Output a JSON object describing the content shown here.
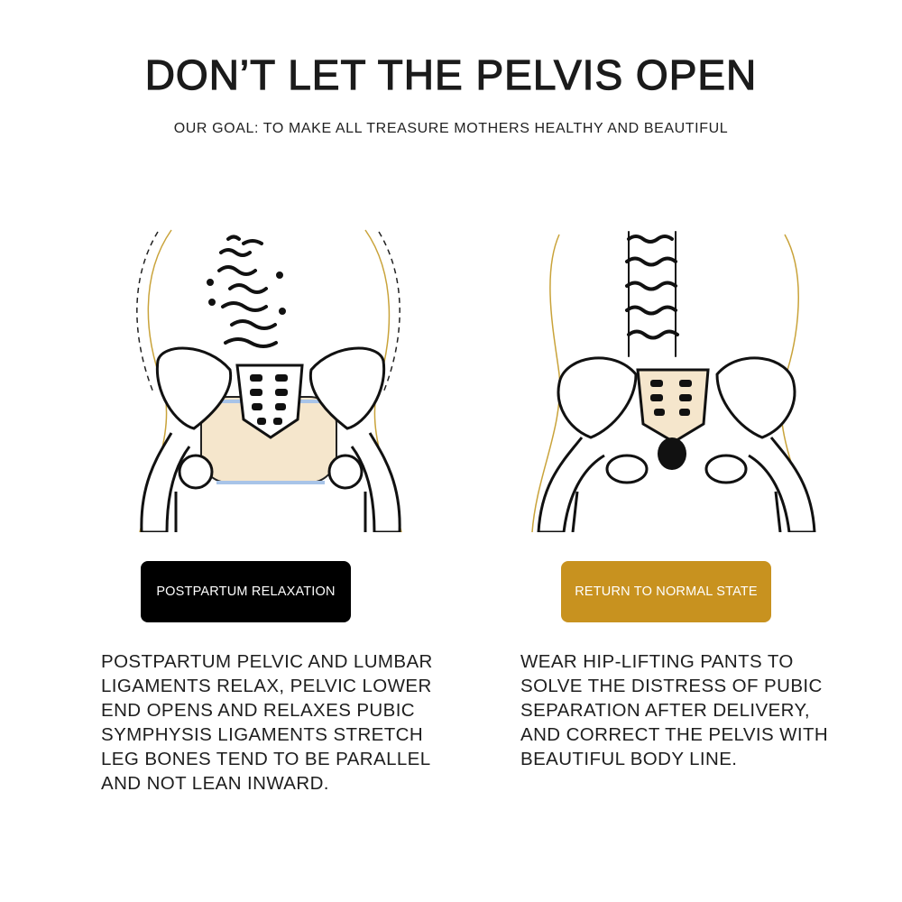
{
  "header": {
    "title": "DON’T LET THE PELVIS OPEN",
    "subtitle": "OUR GOAL: TO MAKE ALL TREASURE MOTHERS HEALTHY AND BEAUTIFUL"
  },
  "left_panel": {
    "label": "POSTPARTUM RELAXATION",
    "label_color": "#000000",
    "description_lines": [
      "POSTPARTUM PELVIC AND LUMBAR",
      "LIGAMENTS RELAX, PELVIC LOWER",
      "END OPENS AND RELAXES PUBIC",
      "SYMPHYSIS LIGAMENTS STRETCH",
      "LEG BONES TEND TO BE PARALLEL",
      "AND NOT LEAN INWARD."
    ]
  },
  "right_panel": {
    "label": "RETURN TO NORMAL STATE",
    "label_color": "#c8921f",
    "description_lines": [
      "WEAR HIP-LIFTING PANTS TO",
      "SOLVE THE DISTRESS OF PUBIC",
      "SEPARATION AFTER DELIVERY,",
      "AND CORRECT THE PELVIS WITH",
      "BEAUTIFUL BODY LINE."
    ]
  },
  "colors": {
    "body_outline": "#c9a33a",
    "relaxed_fill": "#f5e6cc",
    "ligament_blue": "#a8c4e8",
    "bone_stroke": "#111111"
  }
}
